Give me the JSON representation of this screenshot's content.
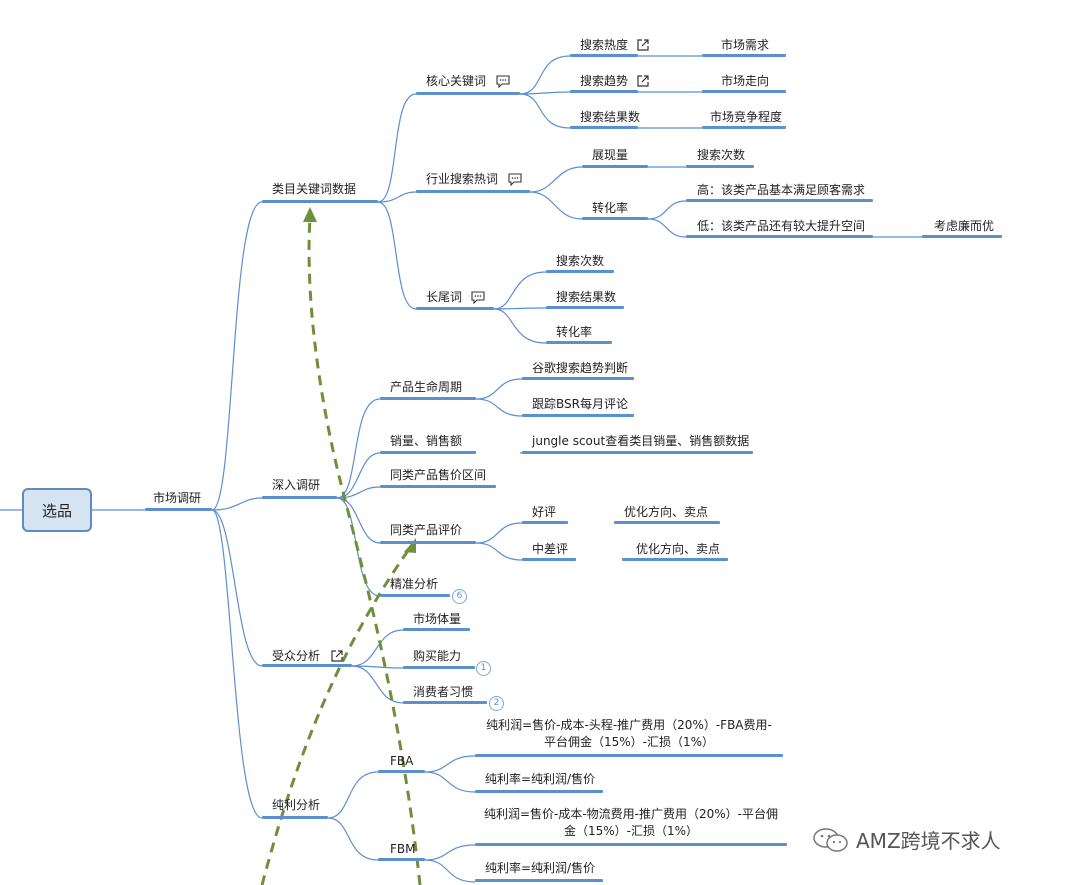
{
  "root": "选品",
  "level1": "市场调研",
  "categories": {
    "cat_keyword": "类目关键词数据",
    "deep_research": "深入调研",
    "audience": "受众分析",
    "net_profit": "纯利分析"
  },
  "keyword": {
    "core": "核心关键词",
    "search_heat": "搜索热度",
    "search_trend": "搜索趋势",
    "result_count": "搜索结果数",
    "market_demand": "市场需求",
    "market_trend": "市场走向",
    "market_competition": "市场竞争程度",
    "industry": "行业搜索热词",
    "impressions": "展现量",
    "search_times": "搜索次数",
    "conversion": "转化率",
    "high": "高：该类产品基本满足顾客需求",
    "low": "低：该类产品还有较大提升空间",
    "cheap": "考虑廉而优",
    "longtail": "长尾词",
    "lt_search_times": "搜索次数",
    "lt_result_count": "搜索结果数",
    "lt_conversion": "转化率"
  },
  "deep": {
    "lifecycle": "产品生命周期",
    "google": "谷歌搜索趋势判断",
    "bsr": "跟踪BSR每月评论",
    "sales": "销量、销售额",
    "jungle": "jungle scout查看类目销量、销售额数据",
    "price_range": "同类产品售价区间",
    "reviews": "同类产品评价",
    "good": "好评",
    "good_opt": "优化方向、卖点",
    "bad": "中差评",
    "bad_opt": "优化方向、卖点",
    "precise": "精准分析",
    "precise_badge": "6"
  },
  "aud": {
    "market_size": "市场体量",
    "purchase": "购买能力",
    "purchase_badge": "1",
    "habit": "消费者习惯",
    "habit_badge": "2"
  },
  "profit": {
    "fba": "FBA",
    "fba_formula_1": "纯利润=售价-成本-头程-推广费用（20%）-FBA费用-",
    "fba_formula_2": "平台佣金（15%）-汇损（1%）",
    "fba_rate": "纯利率=纯利润/售价",
    "fbm": "FBM",
    "fbm_formula_1": "纯利润=售价-成本-物流费用-推广费用（20%）-平台佣",
    "fbm_formula_2": "金（15%）-汇损（1%）",
    "fbm_rate": "纯利率=纯利润/售价"
  },
  "watermark": "AMZ跨境不求人",
  "colors": {
    "branch": "#5b8fd0",
    "curve": "#6f8f3a",
    "root_fill": "#d6e3f1"
  },
  "icons": [
    "external-link-icon",
    "comment-icon",
    "wechat-icon",
    "arrow-up-icon"
  ]
}
